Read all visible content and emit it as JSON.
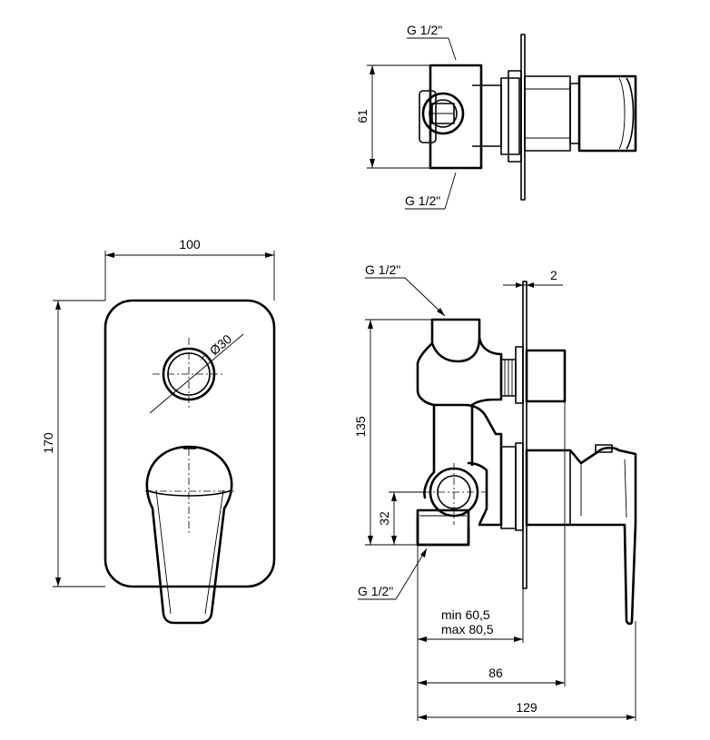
{
  "dimensions": {
    "plate_width": "100",
    "plate_height": "170",
    "knob_diameter": "Ø30",
    "top_height": "61",
    "top_thread_upper": "G 1/2\"",
    "top_thread_lower": "G 1/2\"",
    "side_thread_upper": "G 1/2\"",
    "side_thread_lower": "G 1/2\"",
    "plate_thickness": "2",
    "body_height": "135",
    "outlet_offset": "32",
    "depth_min": "min 60,5",
    "depth_max": "max 80,5",
    "depth_86": "86",
    "depth_129": "129"
  }
}
